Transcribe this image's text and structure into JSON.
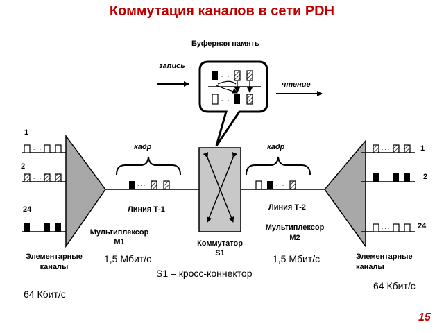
{
  "slide": {
    "title": "Коммутация каналов в сети PDH",
    "page_number": "15"
  },
  "buffer": {
    "title": "Буферная память",
    "write_label": "запись",
    "read_label": "чтение"
  },
  "left": {
    "channel_numbers": [
      "1",
      "2",
      "24"
    ],
    "frame_label": "кадр",
    "line_label": "Линия Т-1",
    "mux_label_line1": "Мультиплексор",
    "mux_label_line2": "М1",
    "channels_label_line1": "Элементарные",
    "channels_label_line2": "каналы",
    "rate_line": "1,5 Мбит/с",
    "rate_channel": "64 Кбит/с"
  },
  "switch": {
    "label_line1": "Коммутатор",
    "label_line2": "S1",
    "caption": "S1 – кросс-коннектор"
  },
  "right": {
    "channel_numbers": [
      "1",
      "2",
      "24"
    ],
    "frame_label": "кадр",
    "line_label": "Линия Т-2",
    "mux_label_line1": "Мультиплексор",
    "mux_label_line2": "М2",
    "channels_label_line1": "Элементарные",
    "channels_label_line2": "каналы",
    "rate_line": "1,5 Мбит/с",
    "rate_channel": "64 Кбит/с"
  },
  "colors": {
    "title": "#c00000",
    "mux_fill": "#a8a8a8",
    "switch_fill": "#c8c8c8"
  }
}
